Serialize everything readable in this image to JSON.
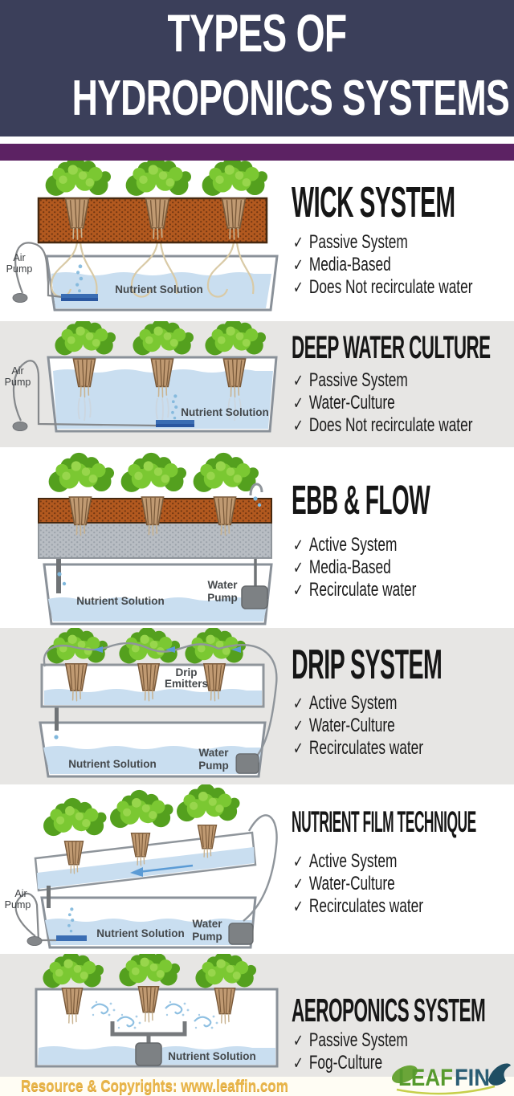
{
  "header": {
    "line1": "TYPES OF",
    "line2": "HYDROPONICS SYSTEMS"
  },
  "icons": {
    "check": "✓"
  },
  "colors": {
    "header_bg": "#3b3f5a",
    "accent_bar": "#5c2263",
    "section_alt_bg": "#e7e6e4",
    "water_blue": "#c9def0",
    "plant_green": "#7bc832",
    "media_brown": "#b2591f",
    "pump_blue": "#3a6db3",
    "credit_gold": "#e9b64a",
    "logo_green": "#569a2d",
    "logo_teal": "#2b5d74"
  },
  "sections": [
    {
      "title": "WICK SYSTEM",
      "features": [
        "Passive System",
        "Media-Based",
        "Does Not recirculate water"
      ],
      "labels": {
        "air_pump": [
          "Air",
          "Pump"
        ],
        "nutrient_solution": "Nutrient Solution"
      }
    },
    {
      "title": "DEEP WATER CULTURE",
      "features": [
        "Passive System",
        "Water-Culture",
        "Does Not recirculate water"
      ],
      "labels": {
        "air_pump": [
          "Air",
          "Pump"
        ],
        "nutrient_solution": "Nutrient Solution"
      }
    },
    {
      "title": "EBB & FLOW",
      "features": [
        "Active System",
        "Media-Based",
        "Recirculate water"
      ],
      "labels": {
        "nutrient_solution": "Nutrient Solution",
        "water_pump": [
          "Water",
          "Pump"
        ]
      }
    },
    {
      "title": "DRIP SYSTEM",
      "features": [
        "Active System",
        "Water-Culture",
        "Recirculates water"
      ],
      "labels": {
        "drip_emitters": [
          "Drip",
          "Emitters"
        ],
        "nutrient_solution": "Nutrient Solution",
        "water_pump": [
          "Water",
          "Pump"
        ]
      }
    },
    {
      "title": "NUTRIENT FILM TECHNIQUE",
      "features": [
        "Active System",
        "Water-Culture",
        "Recirculates water"
      ],
      "labels": {
        "air_pump": [
          "Air",
          "Pump"
        ],
        "nutrient_solution": "Nutrient Solution",
        "water_pump": [
          "Water",
          "Pump"
        ]
      }
    },
    {
      "title": "AEROPONICS SYSTEM",
      "features": [
        "Passive System",
        "Fog-Culture"
      ],
      "labels": {
        "nutrient_solution": "Nutrient Solution"
      }
    }
  ],
  "footer": {
    "credit": "Resource & Copyrights: www.leaffin.com",
    "logo_leaf": "LEAF",
    "logo_fin": "FIN"
  }
}
